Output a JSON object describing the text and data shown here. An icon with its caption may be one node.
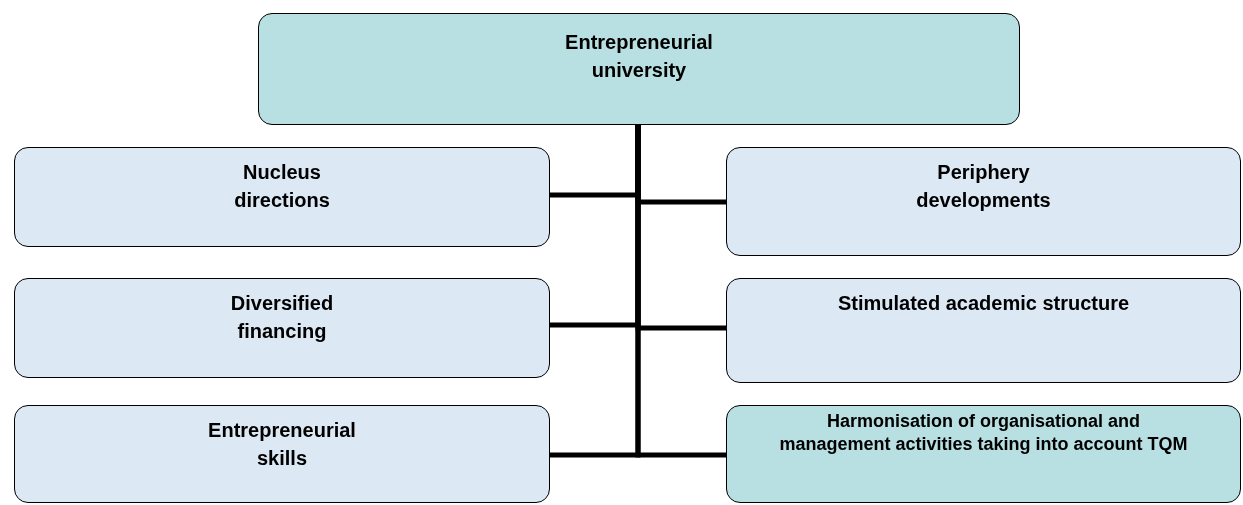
{
  "diagram": {
    "nodes": [
      {
        "text": [
          "Entrepreneurial university"
        ]
      },
      {
        "text": [
          "Nucleus directions"
        ]
      },
      {
        "text": [
          "Periphery developments"
        ]
      },
      {
        "text": [
          "Diversified financing"
        ]
      },
      {
        "text": [
          "Stimulated academic structure"
        ]
      },
      {
        "text": [
          "Entrepreneurial skills"
        ]
      },
      {
        "text": [
          "Harmonisation of organisational and management activities taking into account TQM"
        ]
      }
    ],
    "edges": [
      {
        "from": 0,
        "to": 1,
        "arrow": "none"
      },
      {
        "from": 0,
        "to": 2,
        "arrow": "none"
      },
      {
        "from": 0,
        "to": 3,
        "arrow": "none"
      },
      {
        "from": 0,
        "to": 4,
        "arrow": "none"
      },
      {
        "from": 0,
        "to": 5,
        "arrow": "none"
      },
      {
        "from": 0,
        "to": 6,
        "arrow": "none"
      }
    ]
  }
}
